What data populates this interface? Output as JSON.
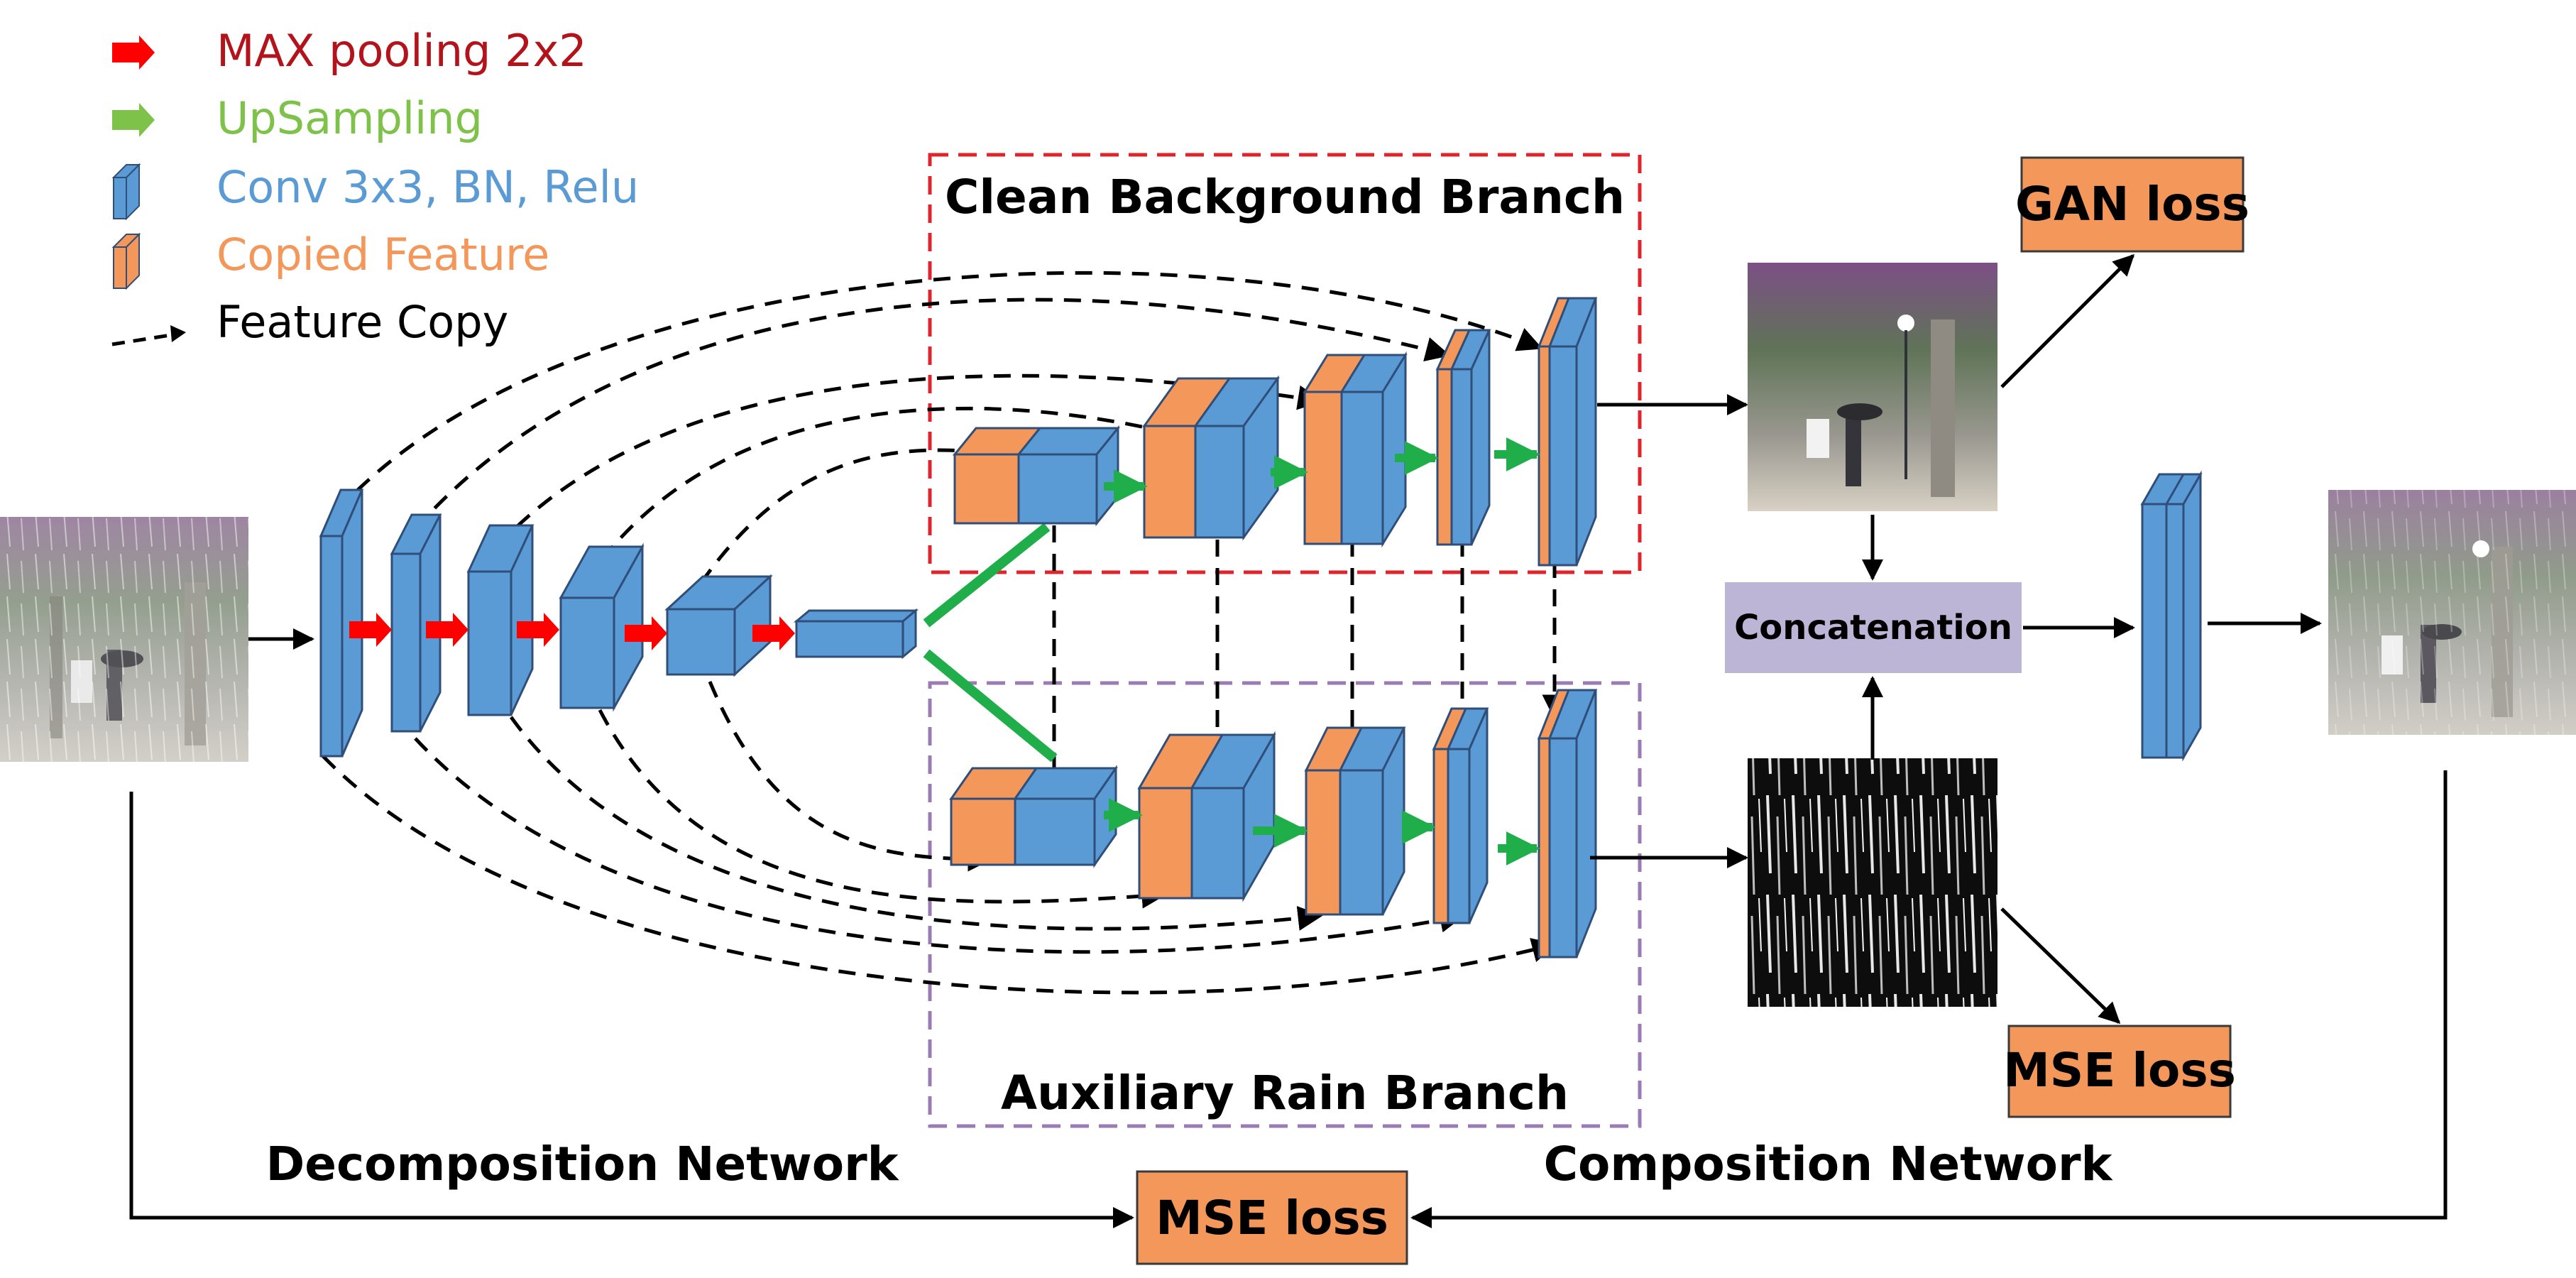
{
  "legend": {
    "max_pooling": "MAX pooling 2x2",
    "upsampling": "UpSampling",
    "conv": "Conv 3x3, BN, Relu",
    "copied": "Copied Feature",
    "feature_copy": "Feature Copy"
  },
  "labels": {
    "clean_branch": "Clean Background Branch",
    "rain_branch": "Auxiliary Rain Branch",
    "decomposition": "Decomposition Network",
    "composition": "Composition Network",
    "concatenation": "Concatenation",
    "gan_loss": "GAN loss",
    "mse_loss_rain": "MSE loss",
    "mse_loss_bottom": "MSE loss"
  },
  "colors": {
    "conv_blue": "#5b9bd5",
    "copied_orange": "#f4975a",
    "pool_red": "#ff0000",
    "upsample_green": "#1fae4a",
    "loss_box": "#f4975a",
    "concat_box": "#bdb5d6",
    "clean_border": "#e0242b",
    "rain_border": "#9b7bb5",
    "legend_red_text": "#b3141c",
    "legend_green_text": "#7ec24a",
    "legend_blue_text": "#5b9bd5",
    "legend_orange_text": "#f4975a"
  }
}
